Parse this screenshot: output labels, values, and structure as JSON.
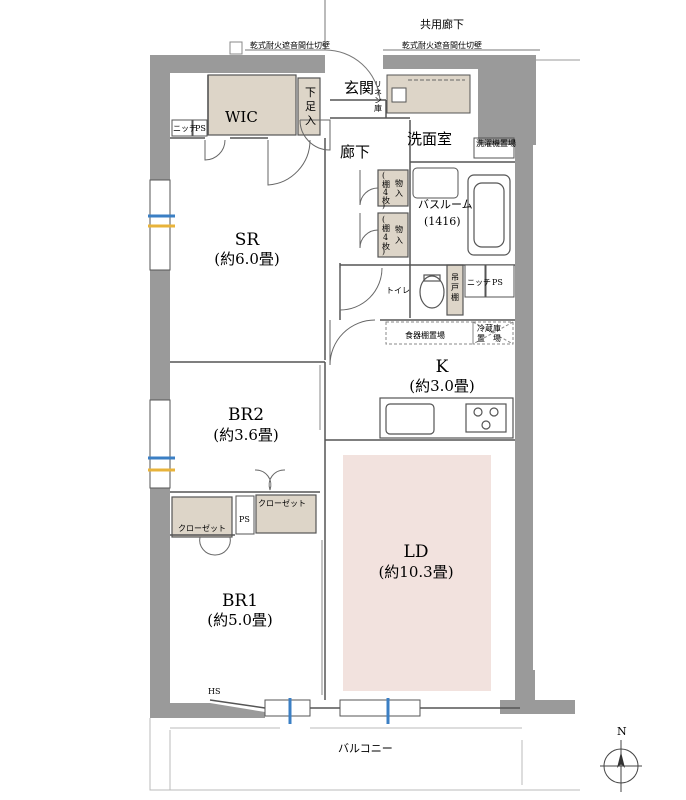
{
  "shared_corridor": "共用廊下",
  "wall_note": "乾式耐火遮音間仕切壁",
  "entrance": "玄関",
  "hallway": "廊下",
  "washroom": "洗面室",
  "laundry": "洗濯機置場",
  "linen": "リネン庫",
  "wic": "WIC",
  "shoe_storage": [
    "下",
    "足",
    "入"
  ],
  "niche": "ニッチ",
  "ps": "PS",
  "hs": "HS",
  "storage_vertical": [
    "物",
    "入",
    "(",
    "棚",
    "4",
    "枚",
    ")"
  ],
  "bathroom": {
    "name": "バスルーム",
    "size": "(1416)"
  },
  "toilet": "トイレ",
  "hanging_cabinet": [
    "吊",
    "戸",
    "棚"
  ],
  "dish_shelf": "食器棚置場",
  "fridge": [
    "冷蔵庫",
    "置　場"
  ],
  "closet": "クローゼット",
  "sr": {
    "name": "SR",
    "size": "(約6.0畳)"
  },
  "kitchen": {
    "name": "K",
    "size": "(約3.0畳)"
  },
  "br2": {
    "name": "BR2",
    "size": "(約3.6畳)"
  },
  "br1": {
    "name": "BR1",
    "size": "(約5.0畳)"
  },
  "ld": {
    "name": "LD",
    "size": "(約10.3畳)"
  },
  "balcony": "バルコニー",
  "compass": "N",
  "colors": {
    "wall": "#9a9a9a",
    "storage": "#ddd5c8",
    "ld_floor": "#f2e2de",
    "line": "#555555",
    "window_accent": "#3b7fc4",
    "window_yellow": "#e8b33a"
  }
}
